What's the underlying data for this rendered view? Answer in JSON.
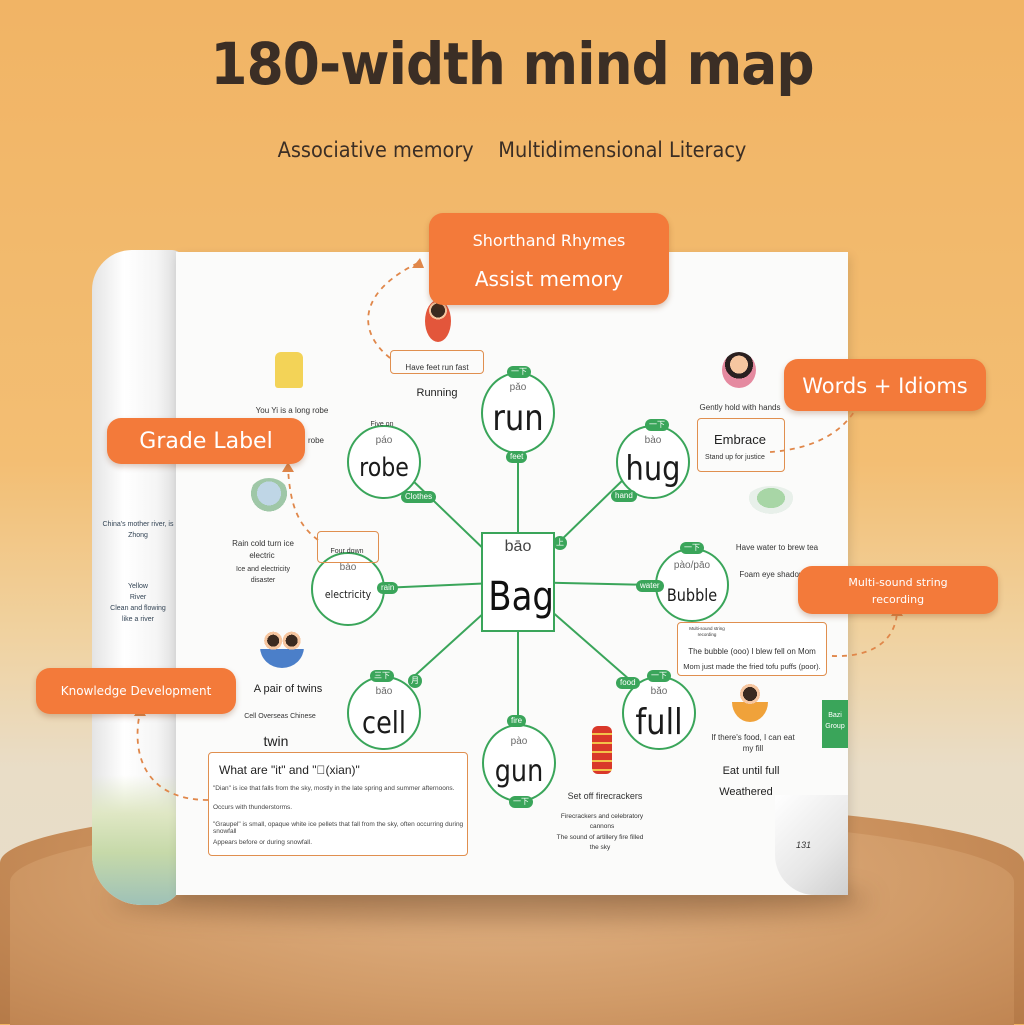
{
  "header": {
    "title": "180-width mind map",
    "subtitle_left": "Associative memory",
    "subtitle_right": "Multidimensional Literacy"
  },
  "callouts": {
    "shorthand_line1": "Shorthand Rhymes",
    "shorthand_line2": "Assist memory",
    "words_idioms": "Words + Idioms",
    "grade_label": "Grade Label",
    "multi_sound_line1": "Multi-sound string",
    "multi_sound_line2": "recording",
    "knowledge": "Knowledge Development"
  },
  "center": {
    "pinyin": "bāo",
    "word": "Bag",
    "grade_tag": "上"
  },
  "nodes": {
    "run": {
      "word": "run",
      "pinyin": "pǎo",
      "tag": "feet",
      "grade": "一下",
      "phrase": "Have feet run fast",
      "example": "Running"
    },
    "hug": {
      "word": "hug",
      "pinyin": "bào",
      "tag": "hand",
      "grade": "一下",
      "phrase1": "Gently hold with hands",
      "phrase2": "Embrace",
      "phrase3": "Stand up for justice"
    },
    "robe": {
      "word": "robe",
      "pinyin": "páo",
      "tag": "Clothes",
      "phrase1": "Five on",
      "phrase2": "You Yi is a long robe",
      "phrase3": "robe"
    },
    "rain": {
      "word": "electricity",
      "pinyin": "báo",
      "tag": "rain",
      "phrase1": "Four down",
      "phrase2": "Rain cold turn ice",
      "phrase3": "electric",
      "phrase4": "Ice and electricity disaster"
    },
    "bubble": {
      "word": "Bubble",
      "pinyin": "pào/pāo",
      "tag": "water",
      "grade": "一下",
      "phrase1": "Have water to brew tea",
      "phrase2": "Foam eye shadow",
      "ms_label": "Multi-sound string recording",
      "ms_line1": "The bubble (ooo) I blew fell on Mom",
      "ms_line2": "Mom just made the fried tofu puffs (poor)."
    },
    "cell": {
      "word": "cell",
      "pinyin": "bāo",
      "tag": "月",
      "grade": "三下",
      "phrase1": "A pair of twins",
      "phrase2": "Cell Overseas Chinese",
      "phrase3": "twin"
    },
    "gun": {
      "word": "gun",
      "pinyin": "pào",
      "tag": "fire",
      "grade": "一下",
      "phrase1": "Set off firecrackers",
      "phrase2": "Firecrackers and celebratory cannons",
      "phrase3": "The sound of artillery fire filled the sky"
    },
    "full": {
      "word": "full",
      "pinyin": "bǎo",
      "tag": "food",
      "grade": "一下",
      "phrase1": "If there's food, I can eat my fill",
      "phrase2": "Eat until full",
      "phrase3": "Weathered",
      "side_tag": "Bazi Group"
    }
  },
  "knowledge_box": {
    "question": "What are \"it\" and \"\u0000(xian)\"",
    "line1": "\"Dian\" is ice that falls from the sky, mostly in the late spring and summer afternoons.",
    "line2": "Occurs with thunderstorms.",
    "line3": "\"Graupel\" is small, opaque white ice pellets that fall from the sky, often occurring during snowfall",
    "line4": "Appears before or during snowfall."
  },
  "roll_text": {
    "line1": "China's mother river, is",
    "line2": "Zhong",
    "line3": "Yellow",
    "line4": "River",
    "line5": "Clean and flowing",
    "line6": "like a river"
  },
  "page_number": "131",
  "colors": {
    "accent_green": "#3aa55a",
    "callout_orange": "#f37a3a",
    "title_brown": "#3b2e25"
  }
}
